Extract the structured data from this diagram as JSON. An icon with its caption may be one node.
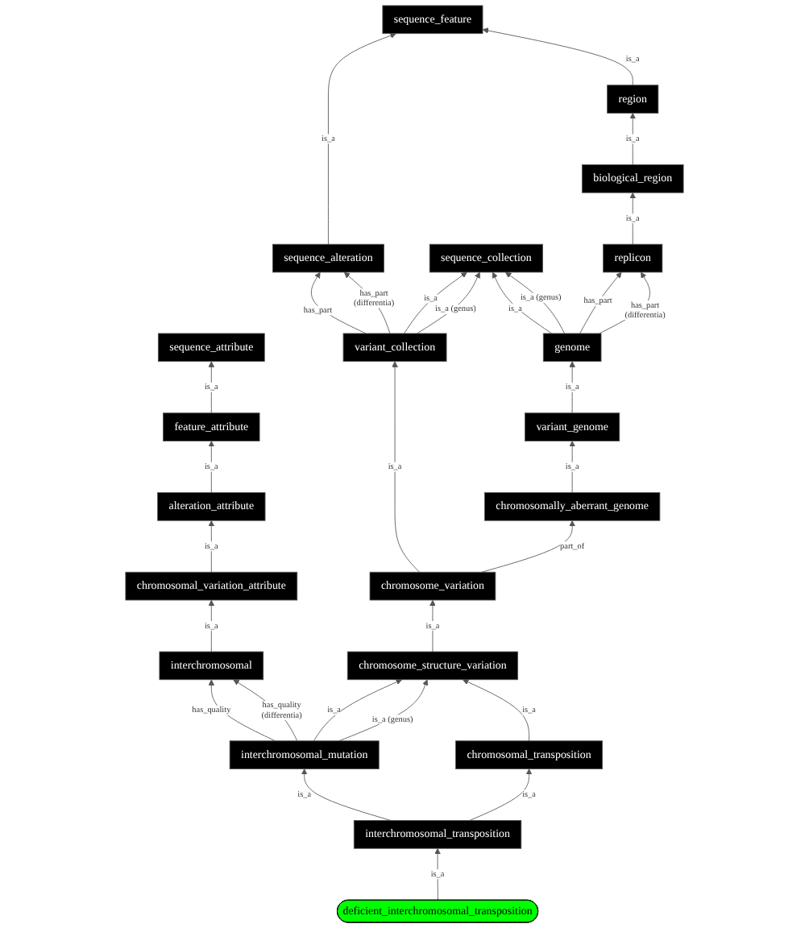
{
  "diagram": {
    "nodes": [
      {
        "text": [
          "sequence_feature"
        ]
      },
      {
        "text": [
          "region"
        ]
      },
      {
        "text": [
          "biological_region"
        ]
      },
      {
        "text": [
          "sequence_alteration"
        ]
      },
      {
        "text": [
          "sequence_collection"
        ]
      },
      {
        "text": [
          "replicon"
        ]
      },
      {
        "text": [
          "sequence_attribute"
        ]
      },
      {
        "text": [
          "variant_collection"
        ]
      },
      {
        "text": [
          "genome"
        ]
      },
      {
        "text": [
          "feature_attribute"
        ]
      },
      {
        "text": [
          "variant_genome"
        ]
      },
      {
        "text": [
          "alteration_attribute"
        ]
      },
      {
        "text": [
          "chromosomally_aberrant_genome"
        ]
      },
      {
        "text": [
          "chromosomal_variation_attribute"
        ]
      },
      {
        "text": [
          "chromosome_variation"
        ]
      },
      {
        "text": [
          "interchromosomal"
        ]
      },
      {
        "text": [
          "chromosome_structure_variation"
        ]
      },
      {
        "text": [
          "interchromosomal_mutation"
        ]
      },
      {
        "text": [
          "chromosomal_transposition"
        ]
      },
      {
        "text": [
          "interchromosomal_transposition"
        ]
      },
      {
        "text": [
          "deficient_interchromosomal_transposition"
        ]
      }
    ],
    "edges": [
      {
        "from": 1,
        "to": 0,
        "arrow": "to",
        "label": "is_a"
      },
      {
        "from": 3,
        "to": 0,
        "arrow": "to",
        "label": "is_a"
      },
      {
        "from": 2,
        "to": 1,
        "arrow": "to",
        "label": "is_a"
      },
      {
        "from": 5,
        "to": 2,
        "arrow": "to",
        "label": "is_a"
      },
      {
        "from": 7,
        "to": 3,
        "arrow": "to",
        "label": "has_part"
      },
      {
        "from": 7,
        "to": 3,
        "arrow": "to",
        "label": "has_part (differentia)"
      },
      {
        "from": 7,
        "to": 4,
        "arrow": "to",
        "label": "is_a"
      },
      {
        "from": 7,
        "to": 4,
        "arrow": "to",
        "label": "is_a (genus)"
      },
      {
        "from": 8,
        "to": 4,
        "arrow": "to",
        "label": "is_a"
      },
      {
        "from": 8,
        "to": 4,
        "arrow": "to",
        "label": "is_a (genus)"
      },
      {
        "from": 8,
        "to": 5,
        "arrow": "to",
        "label": "has_part"
      },
      {
        "from": 8,
        "to": 5,
        "arrow": "to",
        "label": "has_part (differentia)"
      },
      {
        "from": 9,
        "to": 6,
        "arrow": "to",
        "label": "is_a"
      },
      {
        "from": 10,
        "to": 8,
        "arrow": "to",
        "label": "is_a"
      },
      {
        "from": 11,
        "to": 9,
        "arrow": "to",
        "label": "is_a"
      },
      {
        "from": 12,
        "to": 10,
        "arrow": "to",
        "label": "is_a"
      },
      {
        "from": 13,
        "to": 11,
        "arrow": "to",
        "label": "is_a"
      },
      {
        "from": 14,
        "to": 7,
        "arrow": "to",
        "label": "is_a"
      },
      {
        "from": 14,
        "to": 12,
        "arrow": "to",
        "label": "part_of"
      },
      {
        "from": 15,
        "to": 13,
        "arrow": "to",
        "label": "is_a"
      },
      {
        "from": 16,
        "to": 14,
        "arrow": "to",
        "label": "is_a"
      },
      {
        "from": 17,
        "to": 15,
        "arrow": "to",
        "label": "has_quality"
      },
      {
        "from": 17,
        "to": 15,
        "arrow": "to",
        "label": "has_quality (differentia)"
      },
      {
        "from": 17,
        "to": 16,
        "arrow": "to",
        "label": "is_a"
      },
      {
        "from": 17,
        "to": 16,
        "arrow": "to",
        "label": "is_a (genus)"
      },
      {
        "from": 18,
        "to": 16,
        "arrow": "to",
        "label": "is_a"
      },
      {
        "from": 19,
        "to": 17,
        "arrow": "to",
        "label": "is_a"
      },
      {
        "from": 19,
        "to": 18,
        "arrow": "to",
        "label": "is_a"
      },
      {
        "from": 20,
        "to": 19,
        "arrow": "to",
        "label": "is_a"
      }
    ]
  }
}
